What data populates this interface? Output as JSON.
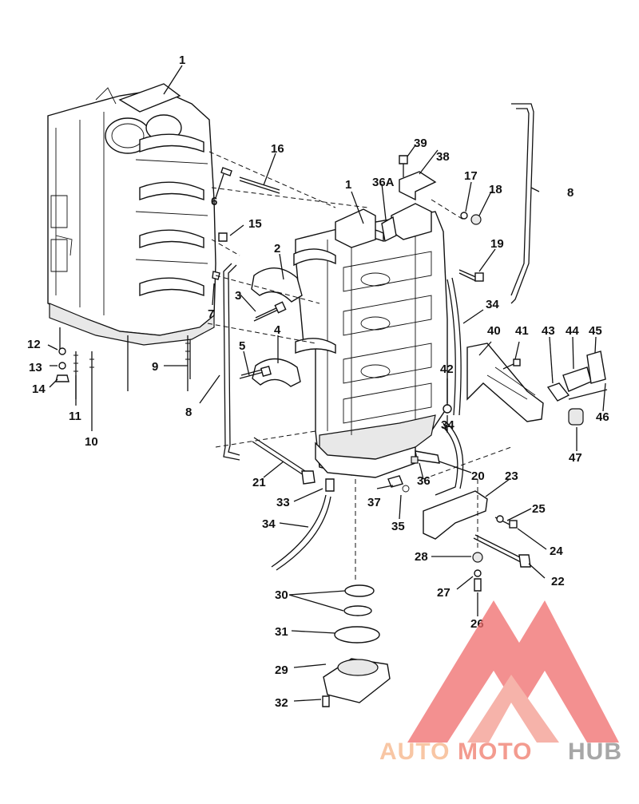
{
  "labels": {
    "l1a": "1",
    "l1b": "1",
    "l2": "2",
    "l3": "3",
    "l4": "4",
    "l5": "5",
    "l6": "6",
    "l7": "7",
    "l8a": "8",
    "l8b": "8",
    "l9": "9",
    "l10": "10",
    "l11": "11",
    "l12": "12",
    "l13": "13",
    "l14": "14",
    "l15": "15",
    "l16": "16",
    "l17": "17",
    "l18": "18",
    "l19": "19",
    "l20": "20",
    "l21": "21",
    "l22": "22",
    "l23": "23",
    "l24": "24",
    "l25": "25",
    "l26": "26",
    "l27": "27",
    "l28": "28",
    "l29": "29",
    "l30": "30",
    "l31": "31",
    "l32": "32",
    "l33": "33",
    "l34a": "34",
    "l34b": "34",
    "l34c": "34",
    "l35": "35",
    "l36": "36",
    "l36a": "36A",
    "l37": "37",
    "l38": "38",
    "l39": "39",
    "l40": "40",
    "l41": "41",
    "l42": "42",
    "l43": "43",
    "l44": "44",
    "l45": "45",
    "l46": "46",
    "l47": "47"
  },
  "watermark": {
    "part1": "AUTO",
    "part2": "MOTO",
    "part3": "HUB",
    "color_light": "#f6b486",
    "color_mid": "#f07a6a",
    "color_dark": "#8a8a8a",
    "logo_color": "#f06b6b"
  },
  "colors": {
    "line": "#111111",
    "background": "#ffffff"
  }
}
